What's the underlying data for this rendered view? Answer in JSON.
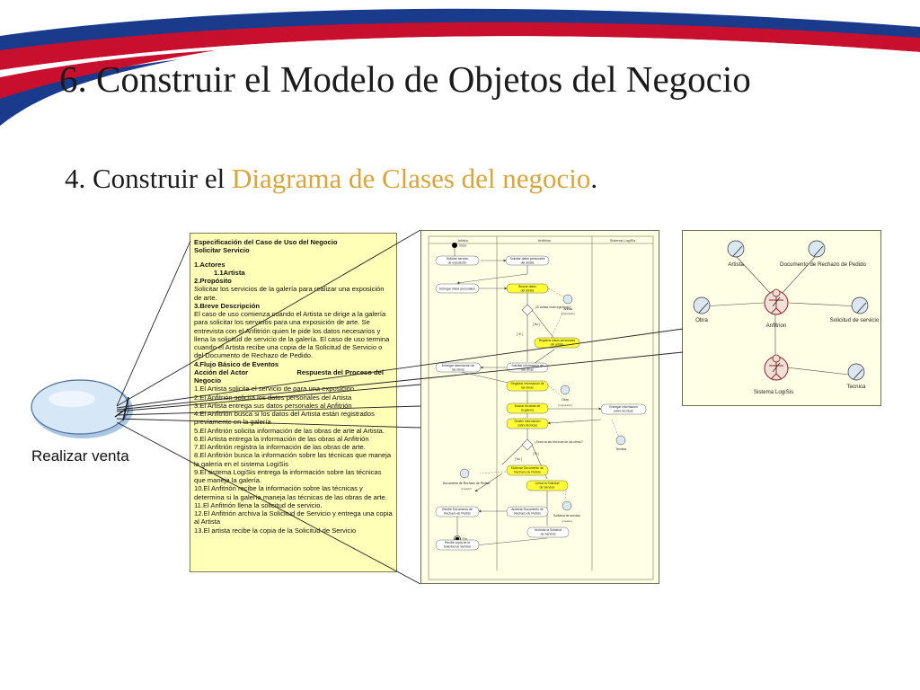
{
  "slide": {
    "title": "6. Construir el Modelo de Objetos del Negocio",
    "subtitle_prefix": "4. Construir el ",
    "subtitle_highlight": "Diagrama de Clases del negocio",
    "subtitle_suffix": "."
  },
  "colors": {
    "swoosh_red": "#c8102e",
    "swoosh_blue": "#1a3a8c",
    "highlight": "#d9a53a",
    "note_yellow": "#ffffb8",
    "usecase_blue": "#cfe3f7"
  },
  "usecase": {
    "label": "Realizar venta"
  },
  "spec": {
    "heading": "Especificación del Caso de Uso del Negocio",
    "name": "Solicitar Servicio",
    "actors_h": "1.Actores",
    "actor1": "1.1Artista",
    "purpose_h": "2.Propósito",
    "purpose": "Solicitar los servicios de la galería para realizar una exposición de arte.",
    "desc_h": "3.Breve Descripción",
    "desc": "El caso de uso comienza cuando el Artista se dirige a la galería para solicitar los servicios para una exposición de arte. Se entrevista con el Anfitrión quien le pide los datos necesarios y llena la solicitud de servicio de la galería. El caso de uso termina cuando el Artista recibe una copia de la Solicitud de Servicio o del Documento de Rechazo de Pedido.",
    "flow_h": "4.Flujo Básico de Eventos",
    "col_actor": "Acción del Actor",
    "col_resp": "Respuesta del Proceso del",
    "col_resp2": "Negocio",
    "steps": [
      "1.El Artista solicita el servicio de para una exposición",
      "2.El Anfitrión solicita los datos personales del Artista",
      "3.El Artista entrega sus datos personales al Anfitrión",
      "4.El Anfitrión busca si los datos del Artista están registrados previamente en la galería",
      "5.El Anfitrión solicita información de las obras de arte al Artista.",
      "6.El Artista entrega la información de las obras al Anfitrión",
      "7.El Anfitrión registra la información de las obras de arte.",
      "8.El Anfitrión busca la información sobre las técnicas que maneja la galería en el sistema LogiSis",
      "9.El sistema LogiSis entrega la información sobre las técnicas que maneja la galería.",
      "10.El Anfitrión recibe la información sobre las técnicas y determina si la galería maneja las técnicas de las obras de arte.",
      "11.El Anfitrión llena la solicitud de servicio.",
      "12.El Anfitrión archiva la Solicitud de Servicio y entrega una copia al Artista",
      "13.El artista recibe la copia de la Solicitud de Servicio"
    ]
  },
  "activity": {
    "lanes": [
      "Artista",
      "Anfitrión",
      "Sistema LogiSis"
    ],
    "start_label": "Inicio",
    "end_label": "Fin",
    "states": [
      "Solicitar servicio de exposición",
      "Solicitar datos personales del artista",
      "Entregar datos personales",
      "Buscar datos del artista",
      "Registrar datos personales del artista",
      "Entregar información de las obras",
      "Solicitar información de las obras",
      "Registrar información de las obras",
      "Buscar técnicas de la galería",
      "Recibir información sobre técnicas",
      "Entregar información sobre técnicas",
      "Elaborar Documento de Rechazo de Pedido",
      "Llenar la Solicitud de Servicio",
      "Recibir Documento de Rechazo de Pedido",
      "Archivar Documento de Rechazo de Pedido",
      "Archivar la Solicitud de Servicio",
      "Recibir copia de la Solicitud de Servicio"
    ],
    "decisions": [
      "¿El artista está registrado?",
      "¿Domina las técnicas de las obras?"
    ],
    "guards": [
      "[ No ]",
      "[ Si ]",
      "[ No ]",
      "[ Si ]"
    ],
    "objects": [
      "Artista",
      "Obra",
      "Técnica",
      "Documento de Rechazo de Pedido",
      "Solicitud de servicio"
    ],
    "object_states": [
      "[registrado]",
      "[registrado]",
      "[creado]",
      "[creado]"
    ]
  },
  "class_diagram": {
    "entities": [
      "Artista",
      "Documento de Rechazo de Pedido",
      "Obra",
      "Solicitud de servicio",
      "Tecnica"
    ],
    "workers": [
      "Anfitrion",
      "Sistema LogiSis"
    ]
  }
}
